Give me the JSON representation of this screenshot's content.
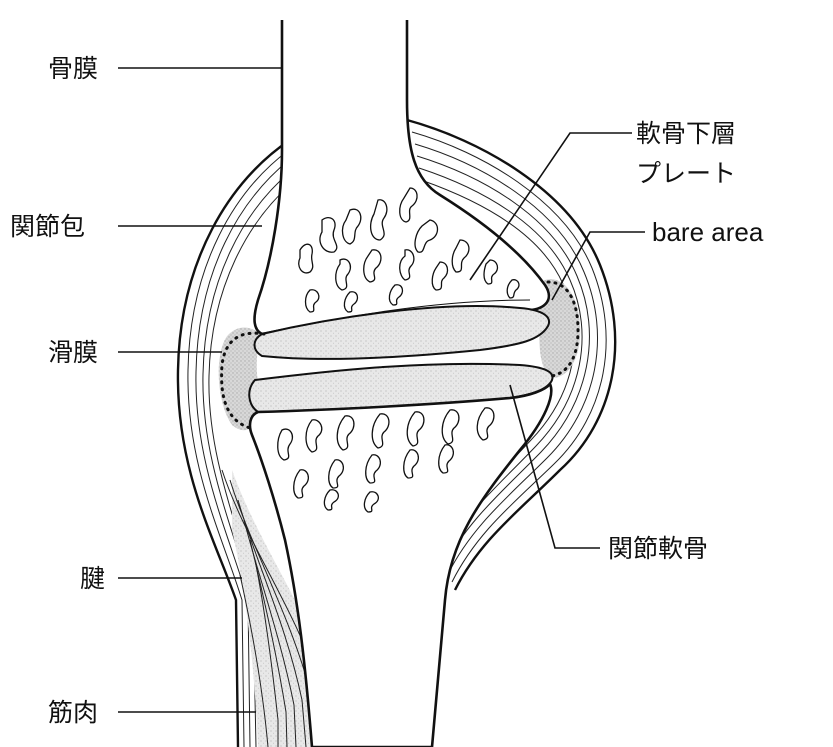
{
  "labels": {
    "periosteum": "骨膜",
    "joint_capsule": "関節包",
    "synovium": "滑膜",
    "tendon": "腱",
    "muscle": "筋肉",
    "subchondral_plate_line1": "軟骨下層",
    "subchondral_plate_line2": "プレート",
    "bare_area": "bare area",
    "articular_cartilage": "関節軟骨"
  },
  "colors": {
    "ink": "#111111",
    "background": "#ffffff",
    "cartilage": "#e6e6e6",
    "synovial_fluid": "#d9d9d9"
  }
}
